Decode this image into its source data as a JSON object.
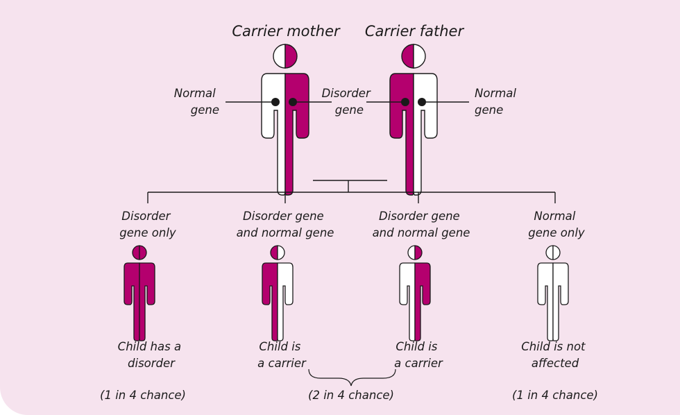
{
  "colors": {
    "background": "#f6e3ee",
    "disorder": "#b4006e",
    "normal": "#ffffff",
    "outline": "#1a1a1a"
  },
  "parents": {
    "mother": {
      "title": "Carrier mother",
      "left_label": [
        "Normal",
        "gene"
      ],
      "right_label": [
        "Disorder",
        "gene"
      ]
    },
    "father": {
      "title": "Carrier father",
      "right_label": [
        "Normal",
        "gene"
      ]
    }
  },
  "children": [
    {
      "genes": [
        "Disorder",
        "gene only"
      ],
      "outcome": [
        "Child has a",
        "disorder"
      ]
    },
    {
      "genes": [
        "Disorder gene",
        "and normal gene"
      ],
      "outcome": [
        "Child is",
        "a carrier"
      ]
    },
    {
      "genes": [
        "Disorder gene",
        "and normal gene"
      ],
      "outcome": [
        "Child is",
        "a carrier"
      ]
    },
    {
      "genes": [
        "Normal",
        "gene only"
      ],
      "outcome": [
        "Child is not",
        "affected"
      ]
    }
  ],
  "chances": [
    "(1 in 4 chance)",
    "(2 in 4 chance)",
    "(1 in 4 chance)"
  ]
}
